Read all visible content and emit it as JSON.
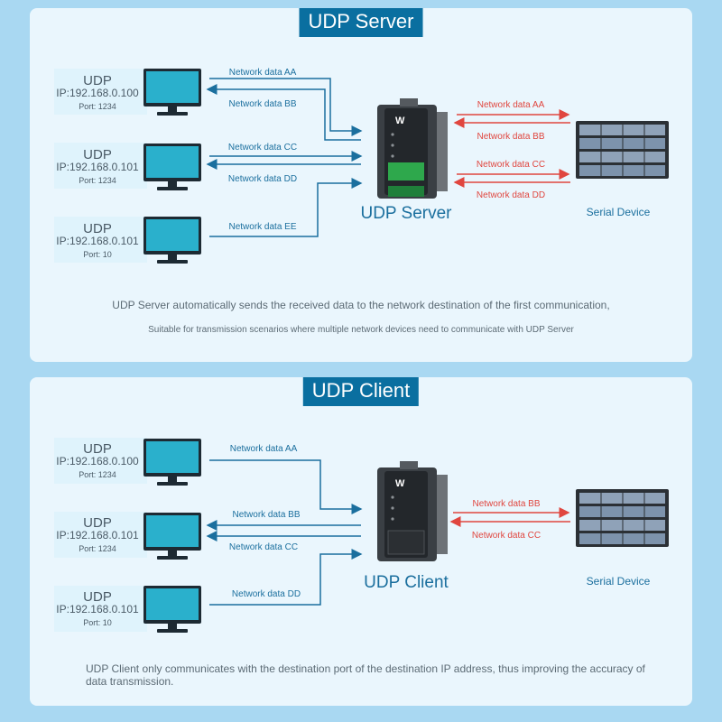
{
  "server_panel": {
    "title": "UDP Server",
    "hosts": [
      {
        "proto": "UDP",
        "ip": "IP:192.168.0.100",
        "port": "Port: 1234"
      },
      {
        "proto": "UDP",
        "ip": "IP:192.168.0.101",
        "port": "Port: 1234"
      },
      {
        "proto": "UDP",
        "ip": "IP:192.168.0.101",
        "port": "Port: 10"
      }
    ],
    "left_flows": [
      "Network data AA",
      "Network data BB",
      "Network data CC",
      "Network data DD",
      "Network data EE"
    ],
    "right_flows": [
      "Network data AA",
      "Network data BB",
      "Network data CC",
      "Network data DD"
    ],
    "device_label": "UDP Server",
    "serial_label": "Serial Device",
    "description": "UDP Server automatically sends the received data to the network destination of the first communication,",
    "note": "Suitable for transmission scenarios where multiple network devices need to communicate with UDP Server"
  },
  "client_panel": {
    "title": "UDP Client",
    "hosts": [
      {
        "proto": "UDP",
        "ip": "IP:192.168.0.100",
        "port": "Port: 1234"
      },
      {
        "proto": "UDP",
        "ip": "IP:192.168.0.101",
        "port": "Port: 1234"
      },
      {
        "proto": "UDP",
        "ip": "IP:192.168.0.101",
        "port": "Port: 10"
      }
    ],
    "left_flows": [
      "Network data AA",
      "Network data BB",
      "Network data CC",
      "Network data DD"
    ],
    "right_flows": [
      "Network data BB",
      "Network data CC"
    ],
    "device_label": "UDP Client",
    "serial_label": "Serial Device",
    "description": "UDP Client only communicates with the destination port of the destination IP address, thus improving the accuracy of data transmission."
  },
  "colors": {
    "page_bg": "#a9d8f2",
    "panel_bg": "#eaf6fd",
    "title_bg": "#0a6fa0",
    "network_line": "#1b6f9e",
    "serial_line": "#e0463f",
    "monitor_screen": "#2ab0cc",
    "label_box": "#dff3fc"
  }
}
